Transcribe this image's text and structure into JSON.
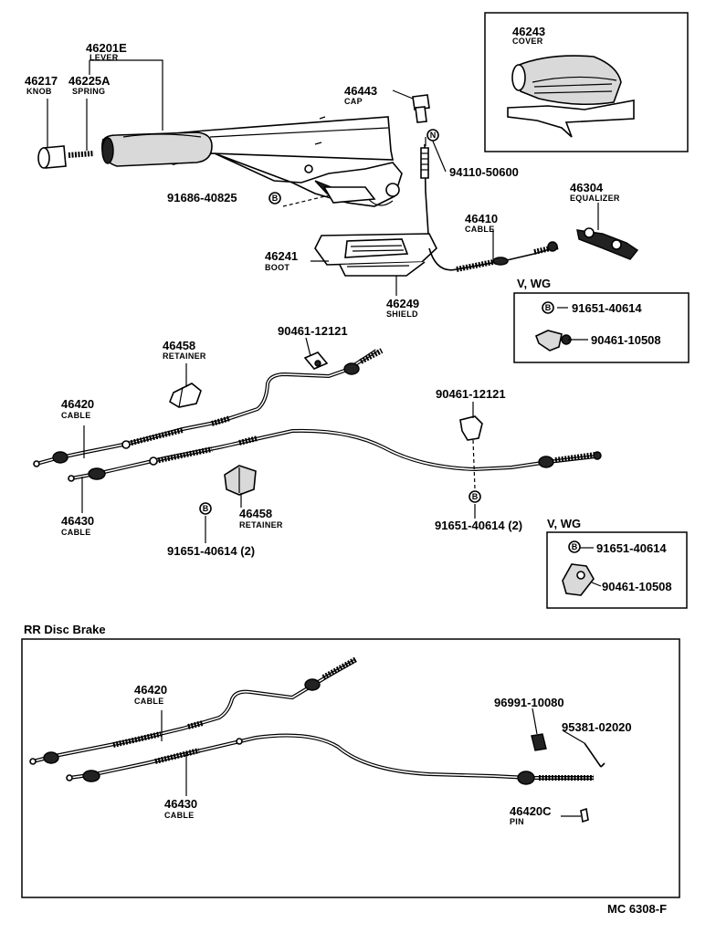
{
  "labels": {
    "lever_pn": "46201E",
    "lever_nm": "LEVER",
    "knob_pn": "46217",
    "knob_nm": "KNOB",
    "spring_pn": "46225A",
    "spring_nm": "SPRING",
    "cap_pn": "46443",
    "cap_nm": "CAP",
    "cover_pn": "46243",
    "cover_nm": "COVER",
    "clip_pn": "94110-50600",
    "bolt1_pn": "91686-40825",
    "equalizer_pn": "46304",
    "equalizer_nm": "EQUALIZER",
    "cable46410_pn": "46410",
    "cable46410_nm": "CABLE",
    "boot_pn": "46241",
    "boot_nm": "BOOT",
    "shield_pn": "46249",
    "shield_nm": "SHIELD",
    "retainer1_pn": "46458",
    "retainer1_nm": "RETAINER",
    "clamp1_pn": "90461-12121",
    "clamp2_pn": "90461-12121",
    "cable46420_pn": "46420",
    "cable46420_nm": "CABLE",
    "cable46430_pn": "46430",
    "cable46430_nm": "CABLE",
    "retainer2_pn": "46458",
    "retainer2_nm": "RETAINER",
    "bolt2_pn": "91651-40614 (2)",
    "bolt3_pn": "91651-40614 (2)",
    "rr_cable46420_pn": "46420",
    "rr_cable46420_nm": "CABLE",
    "rr_cable46430_pn": "46430",
    "rr_cable46430_nm": "CABLE",
    "rr_spring_pn": "96991-10080",
    "rr_pin95381_pn": "95381-02020",
    "rr_pin_pn": "46420C",
    "rr_pin_nm": "PIN"
  },
  "symbols": {
    "n": "N",
    "b": "B"
  },
  "box_vwg1": {
    "title": "V, WG",
    "bolt_pn": "91651-40614",
    "clamp_pn": "90461-10508"
  },
  "box_vwg2": {
    "title": "V, WG",
    "bolt_pn": "91651-40614",
    "clamp_pn": "90461-10508"
  },
  "rr_section": {
    "title": "RR Disc Brake"
  },
  "footer": {
    "code": "MC 6308-F"
  }
}
